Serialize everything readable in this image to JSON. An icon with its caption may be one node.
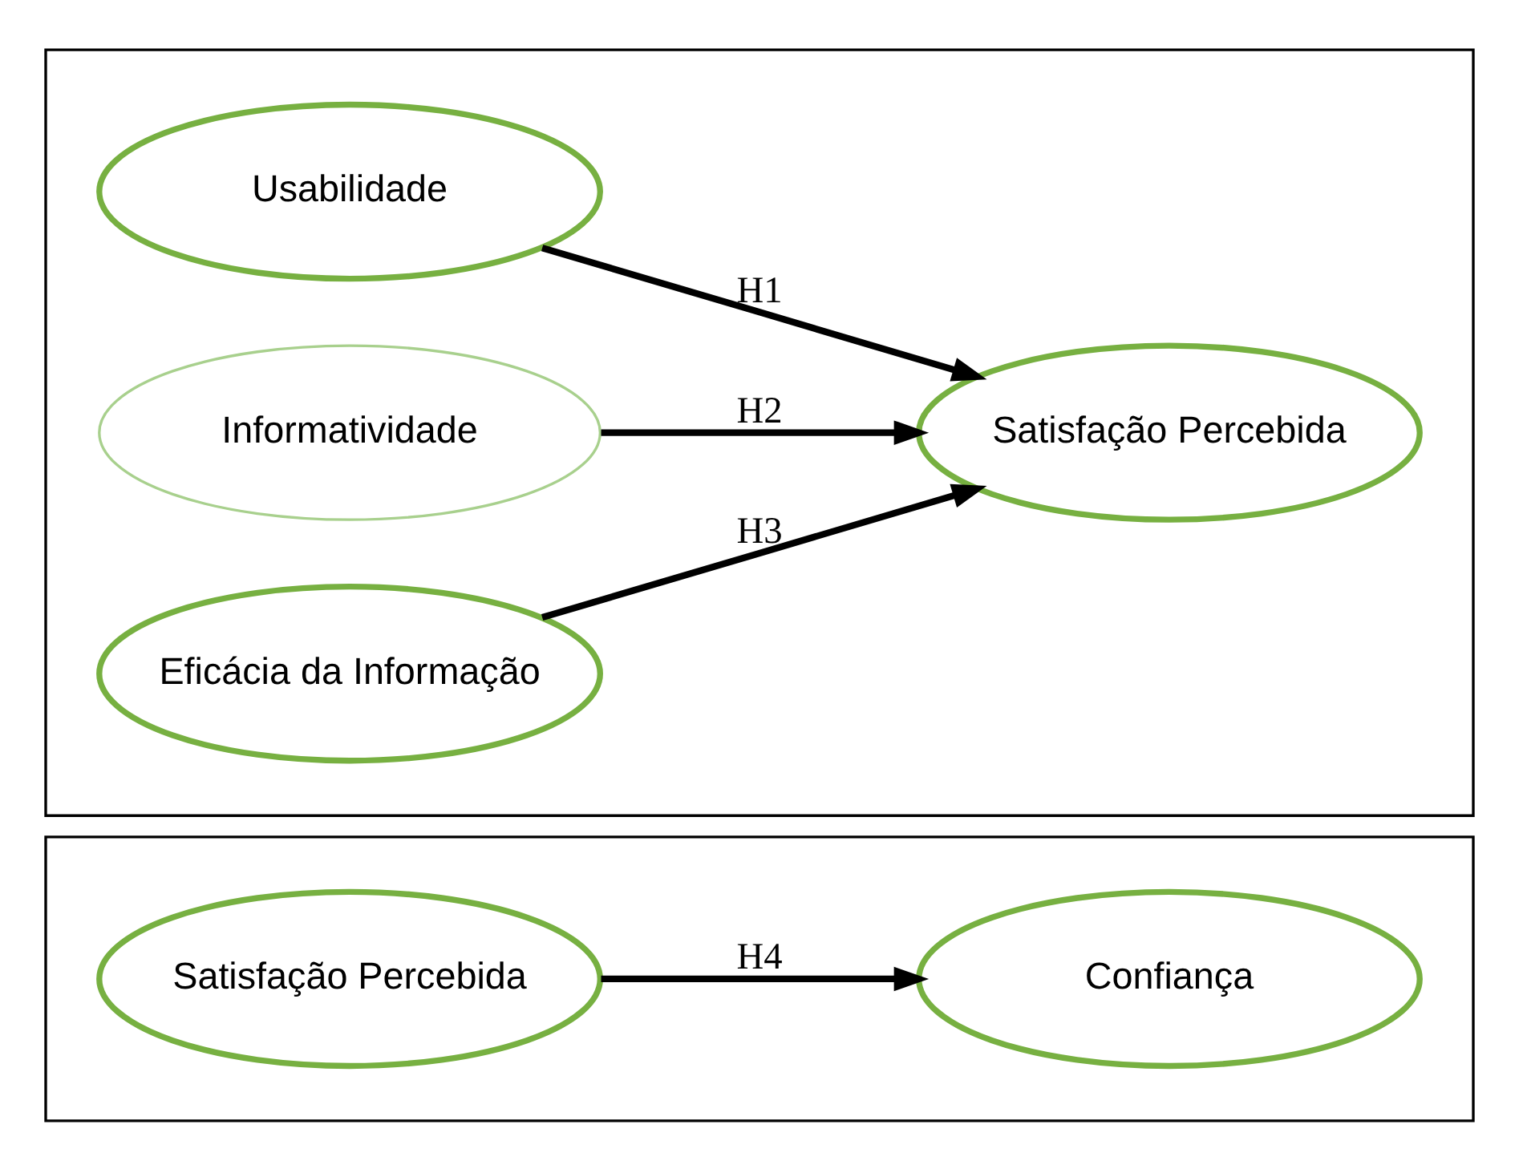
{
  "diagram": {
    "nodes": [
      {
        "text": [],
        "shape": "box"
      },
      {
        "text": [
          "Usabilidade"
        ],
        "in": 0
      },
      {
        "text": [
          "Informatividade"
        ],
        "in": 0
      },
      {
        "text": [
          "Eficácia da Informação"
        ],
        "in": 0
      },
      {
        "text": [
          "Satisfação Percebida"
        ],
        "in": 0
      },
      {
        "text": [],
        "shape": "box"
      },
      {
        "text": [
          "Satisfação Percebida"
        ],
        "in": 5
      },
      {
        "text": [
          "Confiança"
        ],
        "in": 5
      }
    ],
    "edges": [
      {
        "from": 1,
        "to": 4,
        "arrow": "to",
        "label": "H1"
      },
      {
        "from": 2,
        "to": 4,
        "arrow": "to",
        "label": "H2"
      },
      {
        "from": 3,
        "to": 4,
        "arrow": "to",
        "label": "H3"
      },
      {
        "from": 6,
        "to": 7,
        "arrow": "to",
        "label": "H4"
      }
    ]
  }
}
